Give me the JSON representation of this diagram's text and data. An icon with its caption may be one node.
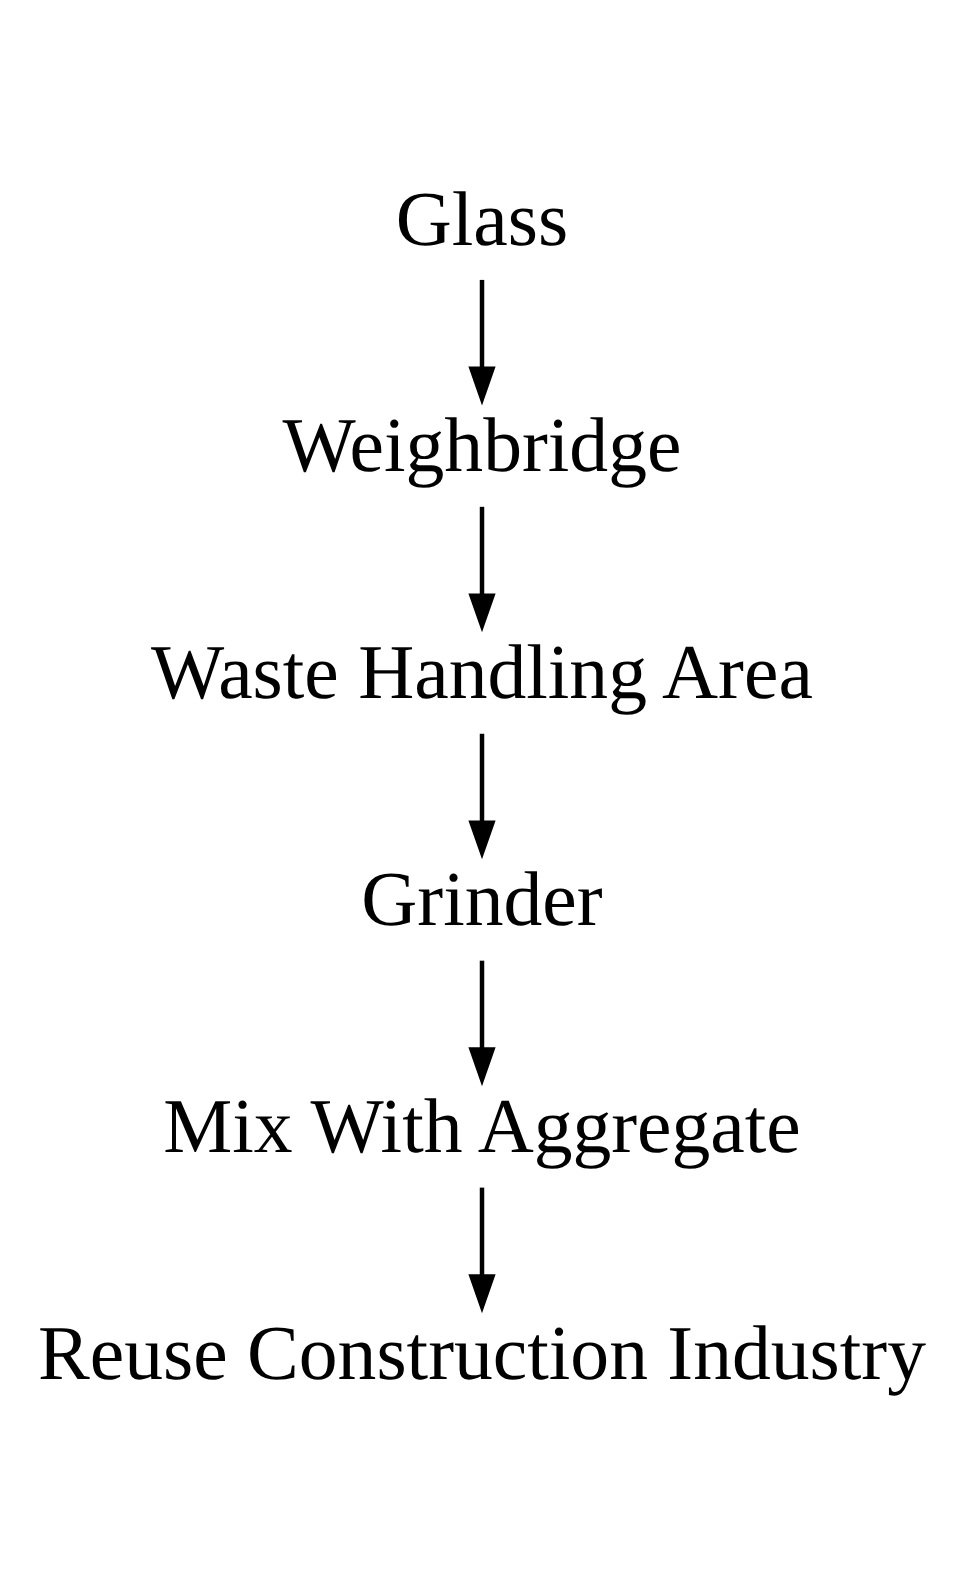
{
  "diagram": {
    "nodes": [
      {
        "text": [
          "Glass"
        ]
      },
      {
        "text": [
          "Weighbridge"
        ]
      },
      {
        "text": [
          "Waste Handling Area"
        ]
      },
      {
        "text": [
          "Grinder"
        ]
      },
      {
        "text": [
          "Mix With Aggregate"
        ]
      },
      {
        "text": [
          "Reuse Construction Industry"
        ]
      }
    ],
    "edges": [
      {
        "from": 0,
        "to": 1,
        "arrow": "to"
      },
      {
        "from": 1,
        "to": 2,
        "arrow": "to"
      },
      {
        "from": 2,
        "to": 3,
        "arrow": "to"
      },
      {
        "from": 3,
        "to": 4,
        "arrow": "to"
      },
      {
        "from": 4,
        "to": 5,
        "arrow": "to"
      }
    ]
  }
}
